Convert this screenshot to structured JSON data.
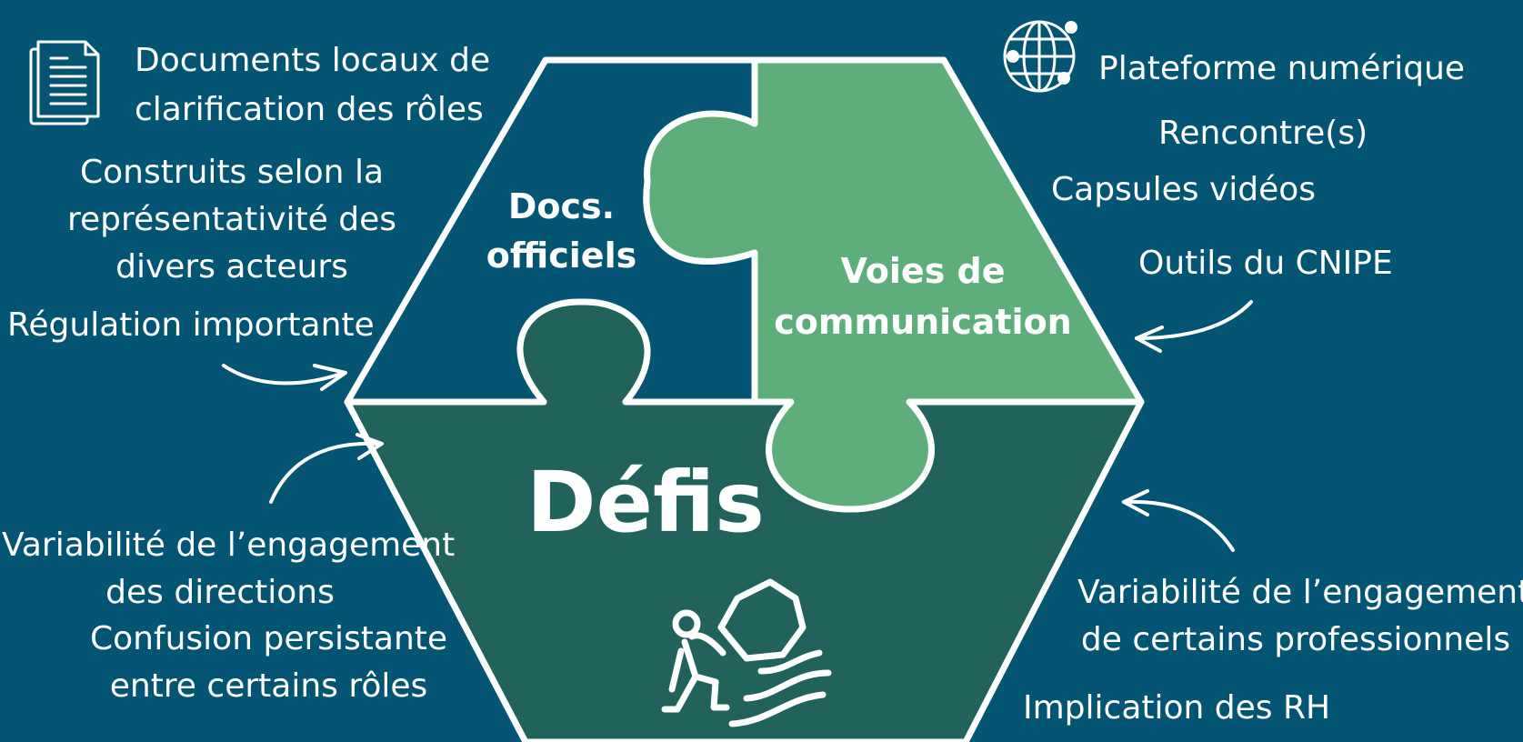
{
  "colors": {
    "background": "#045473",
    "piece_docs": "#045473",
    "piece_voies": "#5dae7a",
    "piece_defis": "#22625c",
    "outline": "#ffffff",
    "text": "#ffffff"
  },
  "pieces": {
    "docs": {
      "line1": "Docs.",
      "line2": "officiels"
    },
    "voies": {
      "line1": "Voies de",
      "line2": "communication"
    },
    "defis": {
      "label": "Défis",
      "icon": "person-pushing-boulder-icon"
    }
  },
  "left": {
    "doc_icon": "document-icon",
    "heading_line1": "Documents locaux de",
    "heading_line2": "clarification des rôles",
    "construits_line1": "Construits selon la",
    "construits_line2": "représentativité des",
    "construits_line3": "divers acteurs",
    "regulation": "Régulation importante",
    "variabilite_line1": "Variabilité de l’engagement",
    "variabilite_line2": "des directions",
    "confusion_line1": "Confusion persistante",
    "confusion_line2": "entre certains rôles"
  },
  "right": {
    "globe_icon": "globe-network-icon",
    "heading": "Plateforme numérique",
    "items": [
      "Rencontre(s)",
      "Capsules vidéos",
      "Outils du CNIPE"
    ],
    "variabilite_line1": "Variabilité de l’engagement",
    "variabilite_line2": "de certains professionnels",
    "implication": "Implication des RH"
  }
}
